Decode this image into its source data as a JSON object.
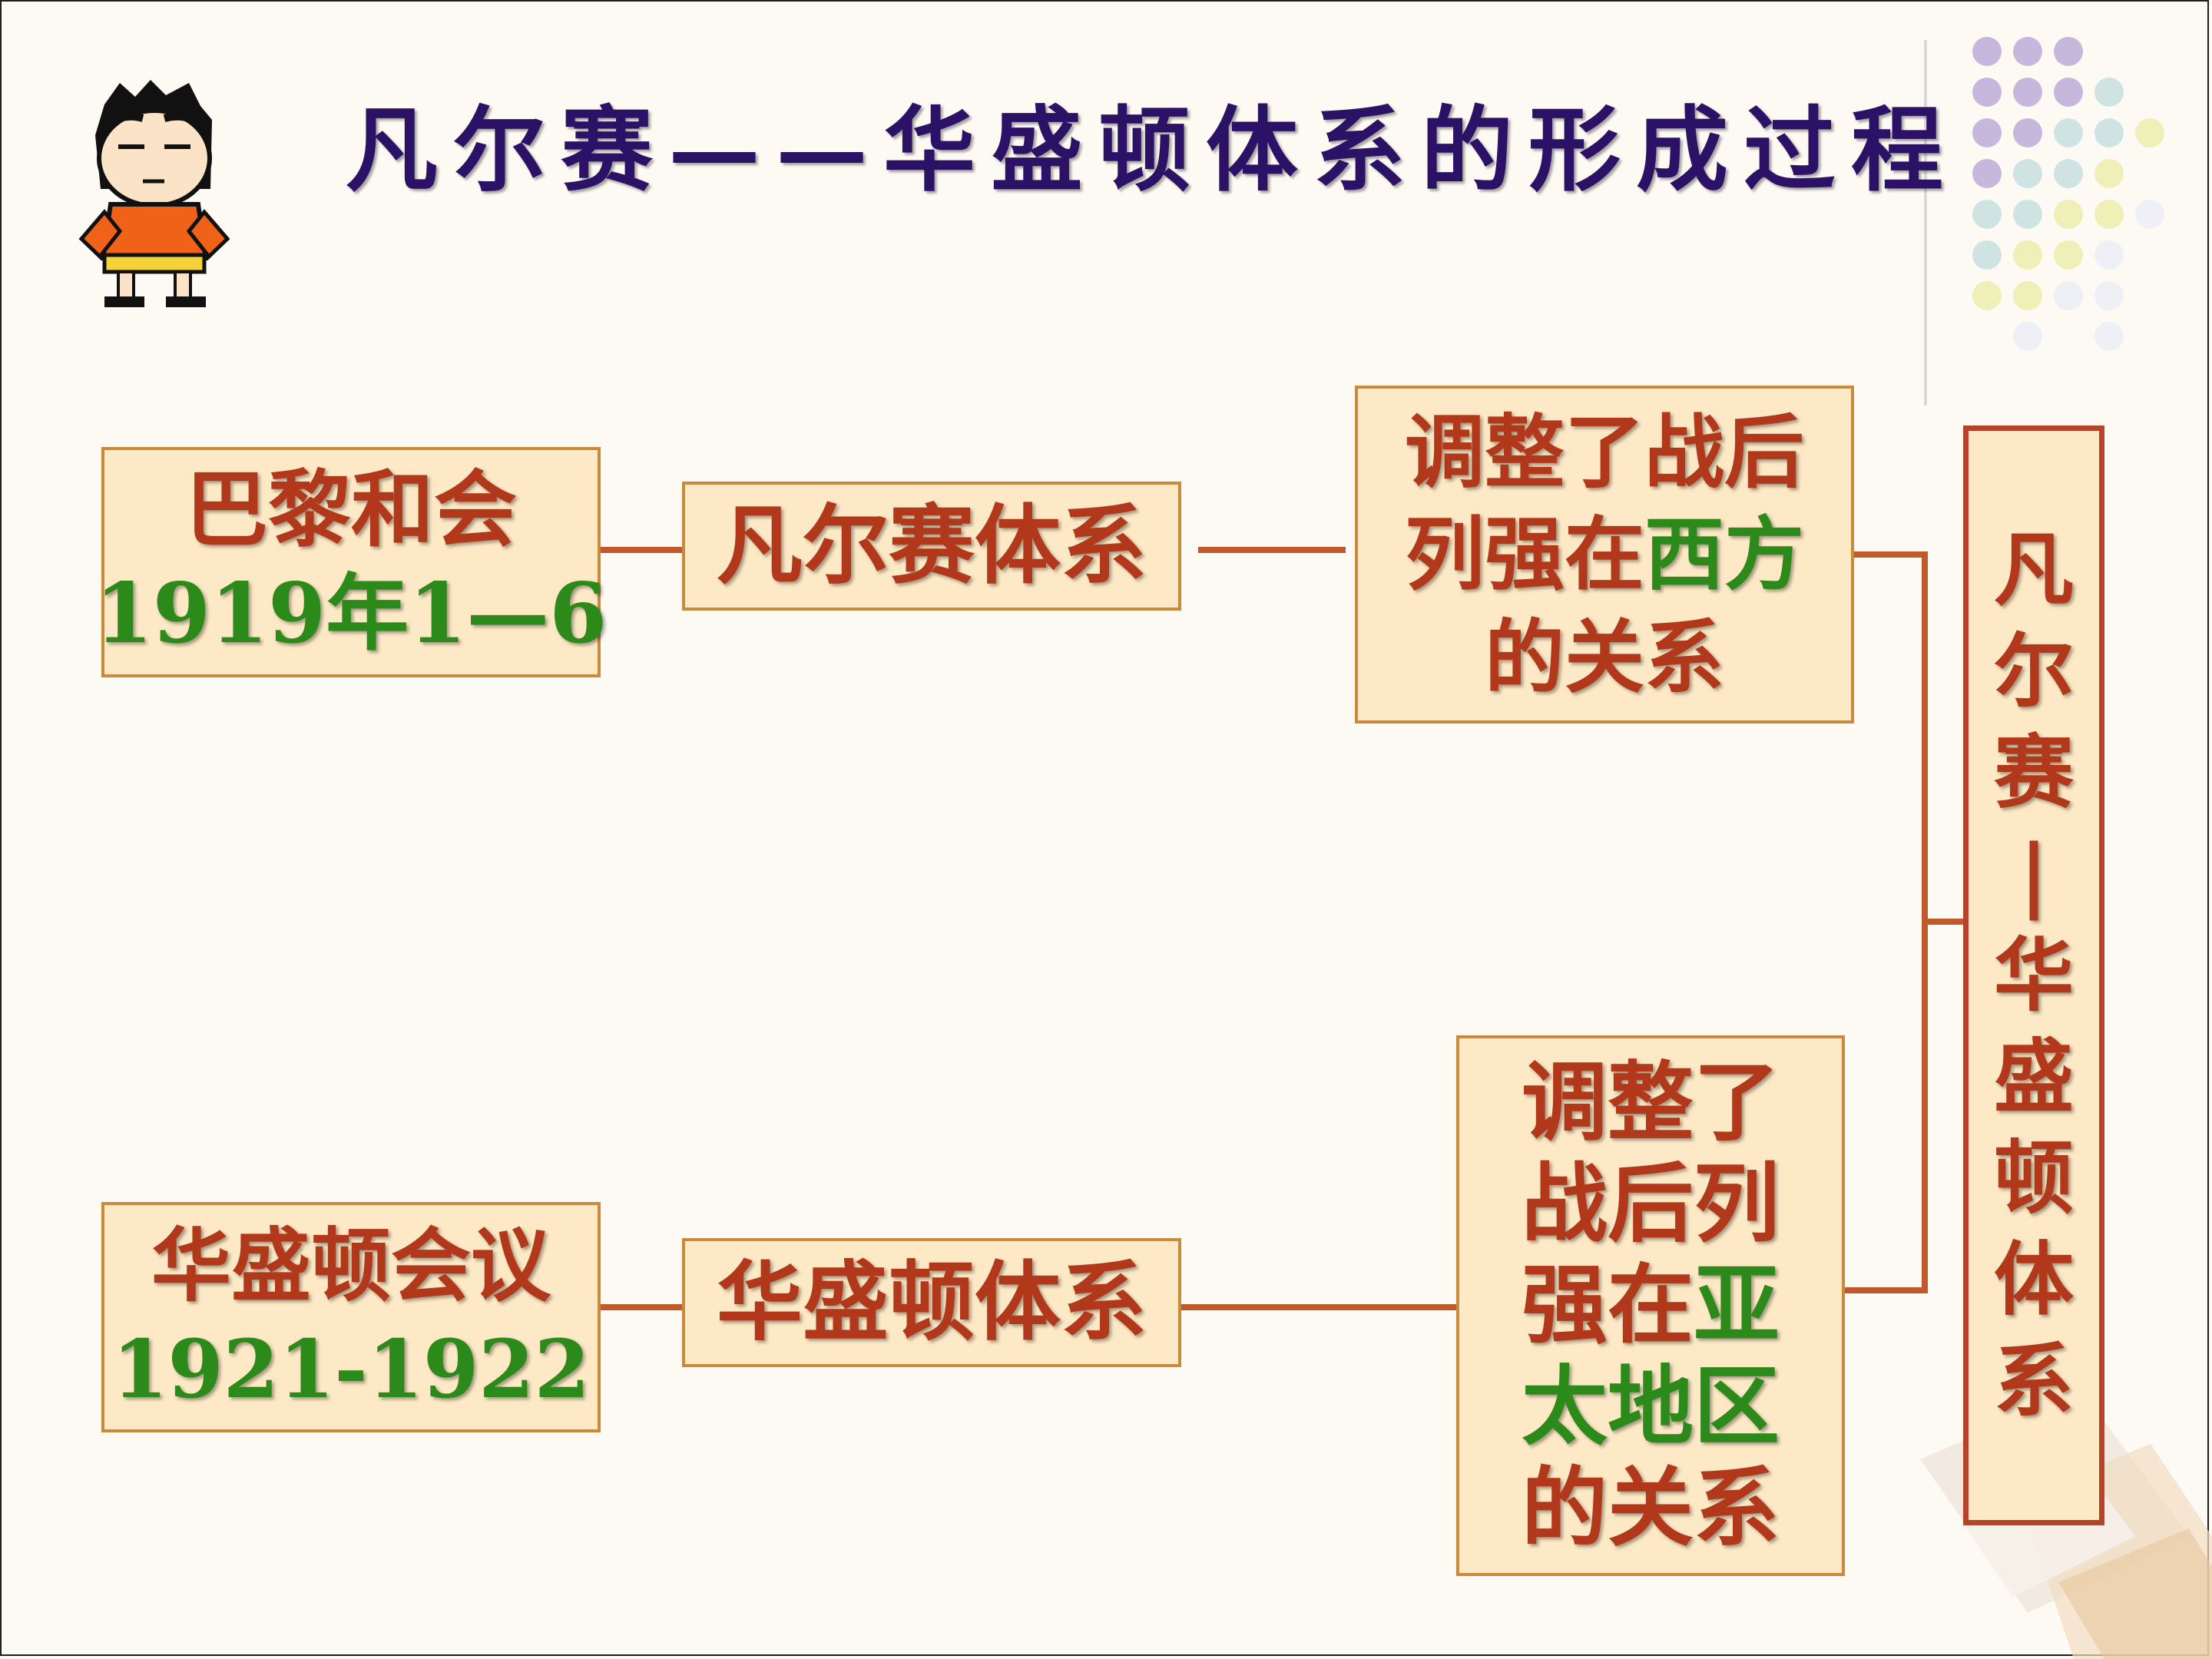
{
  "title": "凡尔赛——华盛顿体系的形成过程",
  "boxes": {
    "paris": {
      "line1": "巴黎和会",
      "line2": "1919年1—6"
    },
    "versailles": {
      "label": "凡尔赛体系"
    },
    "west": {
      "line1": "调整了战后",
      "line2_a": "列强在",
      "line2_b": "西方",
      "line3": "的关系"
    },
    "washington_conf": {
      "line1": "华盛顿会议",
      "line2": "1921-1922"
    },
    "washington": {
      "label": "华盛顿体系"
    },
    "asia": {
      "line1": "调整了",
      "line2": "战后列",
      "line3_a": "强在",
      "line3_b": "亚",
      "line4": "太地区",
      "line5": "的关系"
    },
    "system": {
      "chars": [
        "凡",
        "尔",
        "赛",
        "|",
        "华",
        "盛",
        "顿",
        "体",
        "系"
      ]
    }
  },
  "colors": {
    "title": "#2b1266",
    "text_red": "#b1381a",
    "text_green": "#2b8a1a",
    "box_fill": "#fde9c5",
    "box_border": "#c98a3c",
    "connector": "#c05a2c",
    "system_border": "#b5442a"
  },
  "icons": {
    "mascot": "cartoon-boy-icon",
    "dot_grid": "dot-grid-decoration",
    "corner_books": "books-decoration"
  }
}
